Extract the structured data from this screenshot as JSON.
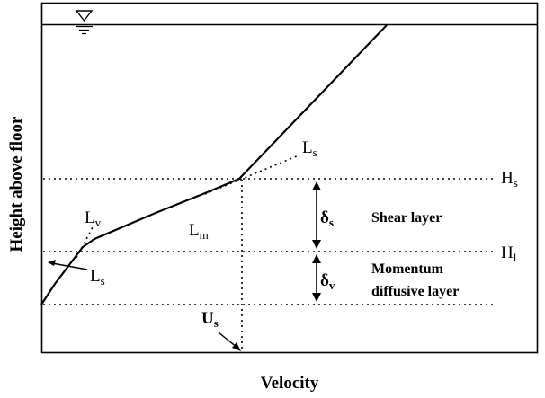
{
  "diagram": {
    "y_axis_label": "Height above floor",
    "x_axis_label": "Velocity",
    "symbols": {
      "Hs": {
        "main": "H",
        "sub": "s"
      },
      "Hl": {
        "main": "H",
        "sub": "l"
      },
      "Ls_top": {
        "main": "L",
        "sub": "s"
      },
      "Ls_bottom": {
        "main": "L",
        "sub": "s"
      },
      "Lv": {
        "main": "L",
        "sub": "v"
      },
      "Lm": {
        "main": "L",
        "sub": "m"
      },
      "Us": {
        "main": "U",
        "sub": "s"
      },
      "delta_s": {
        "main": "δ",
        "sub": "s"
      },
      "delta_v": {
        "main": "δ",
        "sub": "v"
      }
    },
    "layers": {
      "shear": "Shear layer",
      "momentum_line1": "Momentum",
      "momentum_line2": "diffusive layer"
    }
  },
  "colors": {
    "ink": "#000000",
    "background": "#ffffff"
  }
}
